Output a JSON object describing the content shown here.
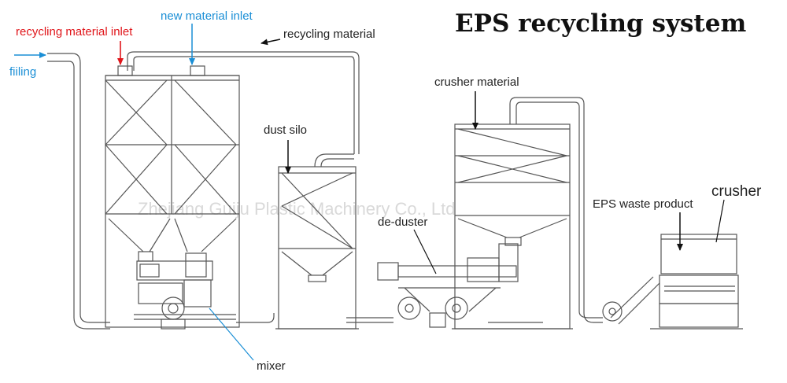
{
  "title": "EPS recycling system",
  "watermark": "Zhejiang Guiju Plastic Machinery Co., Ltd",
  "labels": {
    "recycling_material_inlet": "recycling material inlet",
    "new_material_inlet": "new material inlet",
    "recycling_material": "recycling material",
    "filling": "fiiling",
    "dust_silo": "dust silo",
    "crusher_material": "crusher material",
    "de_duster": "de-duster",
    "eps_waste_product": "EPS waste product",
    "crusher": "crusher",
    "mixer": "mixer"
  },
  "colors": {
    "red_label": "#e0161b",
    "blue_label": "#1b8fd6",
    "black_label": "#222222",
    "line": "#555555"
  }
}
